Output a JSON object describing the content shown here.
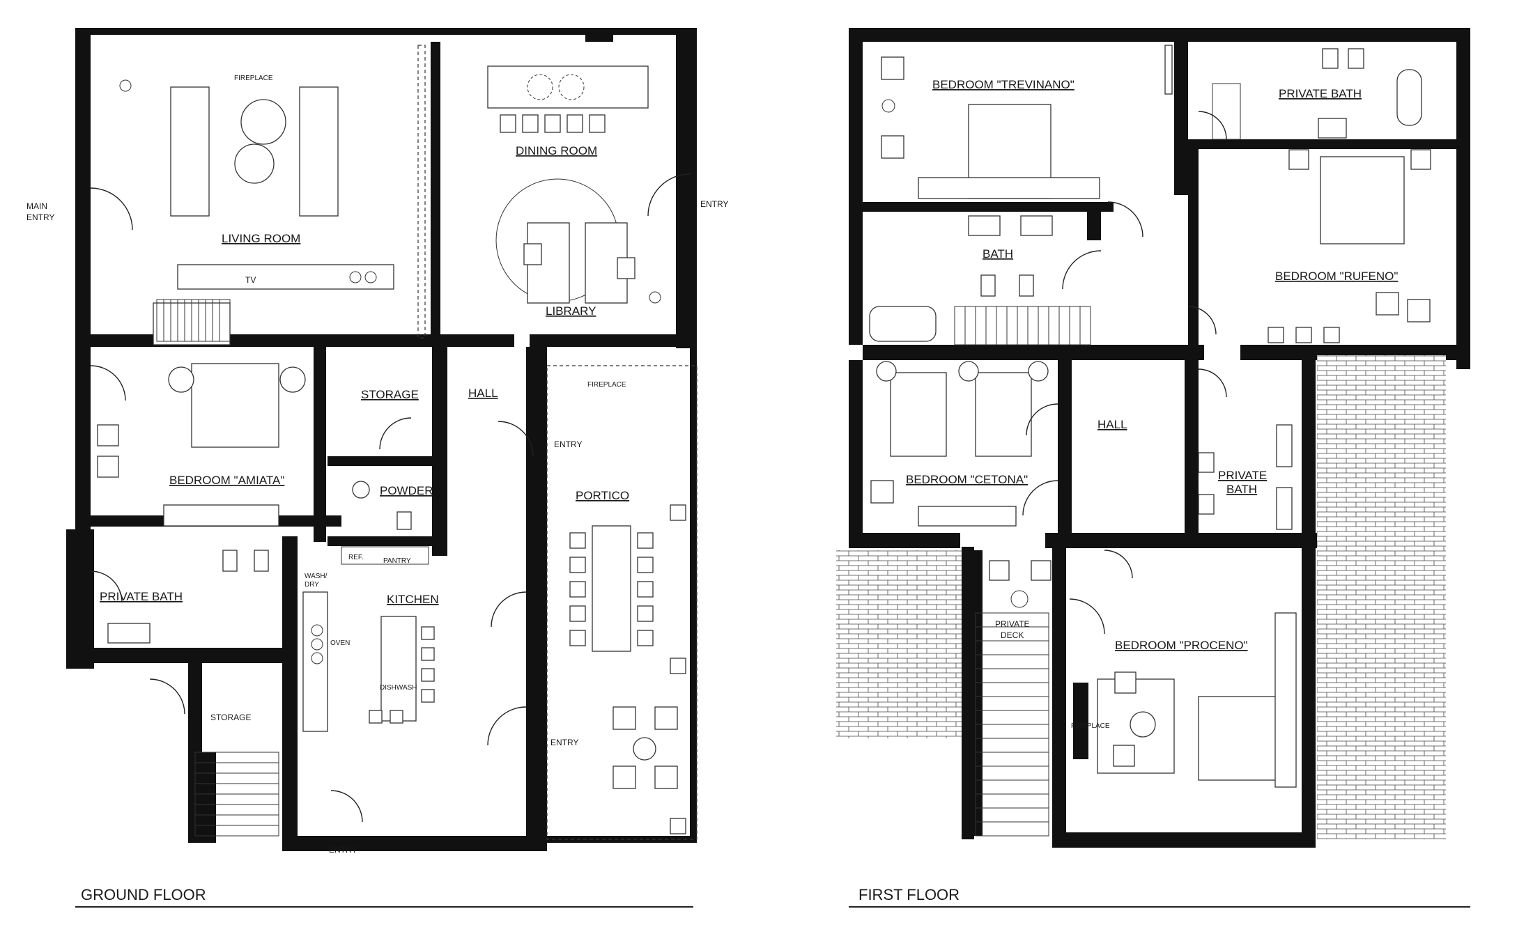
{
  "ground_floor": {
    "title": "GROUND FLOOR",
    "rooms": {
      "living_room": "LIVING ROOM",
      "dining_room": "DINING ROOM",
      "library": "LIBRARY",
      "storage_upper": "STORAGE",
      "hall": "HALL",
      "bedroom_amiata": "BEDROOM \"AMIATA\"",
      "powder": "POWDER",
      "portico": "PORTICO",
      "private_bath": "PRIVATE BATH",
      "kitchen": "KITCHEN",
      "storage_lower": "STORAGE"
    },
    "labels": {
      "fireplace_top": "FIREPLACE",
      "fireplace_portico": "FIREPLACE",
      "main_entry_1": "MAIN",
      "main_entry_2": "ENTRY",
      "entry_dining": "ENTRY",
      "entry_hall": "ENTRY",
      "entry_portico": "ENTRY",
      "entry_bottom": "ENTRY",
      "tv": "TV",
      "ref": "REF.",
      "pantry": "PANTRY",
      "wash_dry_1": "WASH/",
      "wash_dry_2": "DRY",
      "oven": "OVEN",
      "dishwash": "DISHWASH"
    }
  },
  "first_floor": {
    "title": "FIRST FLOOR",
    "rooms": {
      "bedroom_trevinano": "BEDROOM \"TREVINANO\"",
      "private_bath_top": "PRIVATE BATH",
      "bath": "BATH",
      "bedroom_rufeno": "BEDROOM \"RUFENO\"",
      "hall": "HALL",
      "bedroom_cetona": "BEDROOM \"CETONA\"",
      "private_bath_mid_1": "PRIVATE",
      "private_bath_mid_2": "BATH",
      "private_deck_1": "PRIVATE",
      "private_deck_2": "DECK",
      "bedroom_proceno": "BEDROOM \"PROCENO\""
    },
    "labels": {
      "fireplace": "FIREPLACE"
    }
  },
  "colors": {
    "wall": "#111111",
    "paper": "#ffffff",
    "ink": "#1a1a1a"
  }
}
